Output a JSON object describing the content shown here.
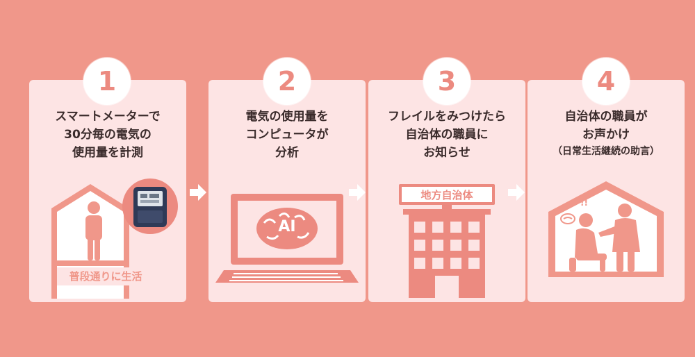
{
  "steps": [
    {
      "number": "1",
      "lines": [
        "スマートメーターで",
        "30分毎の電気の",
        "使用量を計測"
      ],
      "label": "普段通りに生活"
    },
    {
      "number": "2",
      "lines": [
        "電気の使用量を",
        "コンピュータが",
        "分析"
      ],
      "screen_label": "AI"
    },
    {
      "number": "3",
      "lines": [
        "フレイルをみつけたら",
        "自治体の職員に",
        "お知らせ"
      ],
      "sign_label": "地方自治体"
    },
    {
      "number": "4",
      "lines": [
        "自治体の職員が",
        "お声かけ"
      ],
      "sub_line": "（日常生活継続の助言）",
      "exclaim": "!!"
    }
  ],
  "colors": {
    "background": "#f0978a",
    "card": "#fde4e4",
    "accent": "#ec8a80",
    "text": "#3a2b2b"
  },
  "icons": [
    "house-icon",
    "person-icon",
    "smart-meter-icon",
    "laptop-icon",
    "brain-icon",
    "building-icon",
    "caregiver-icon",
    "arrow-right-icon"
  ]
}
